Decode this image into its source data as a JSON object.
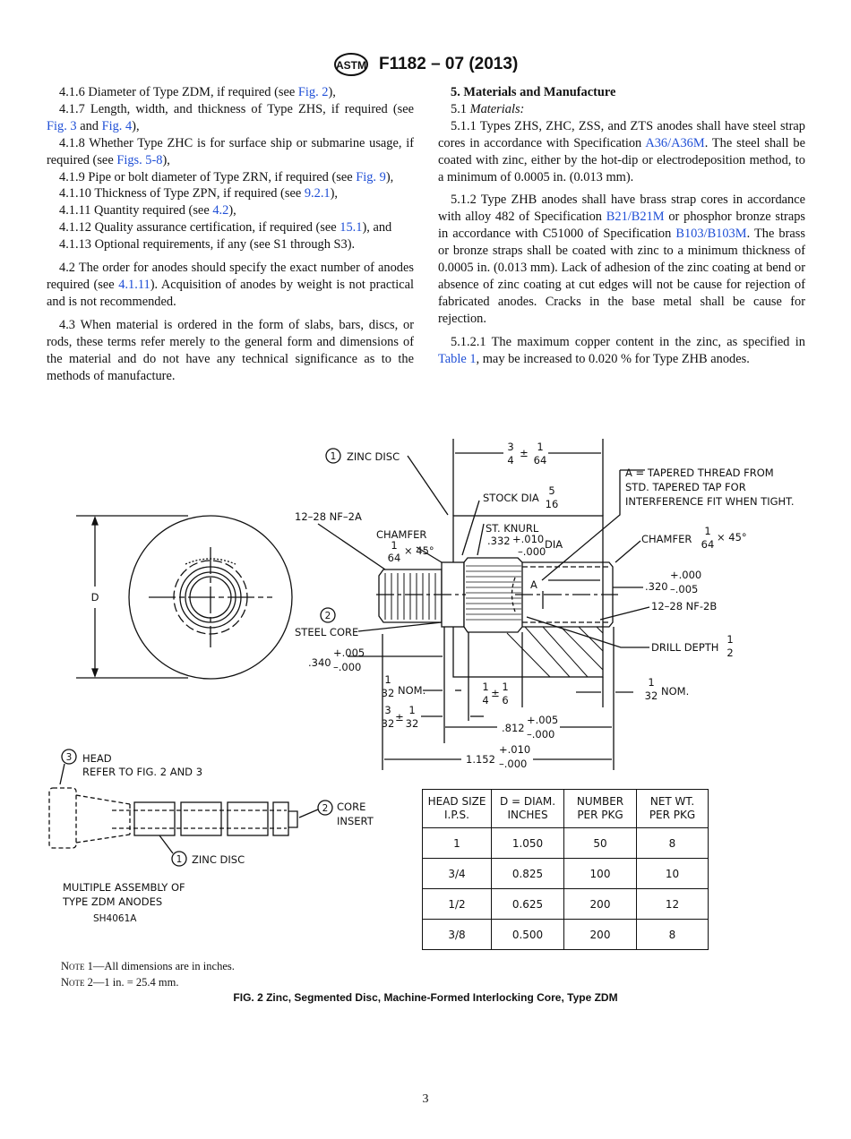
{
  "header": {
    "designation": "F1182 – 07 (2013)",
    "logo_text": "ASTM"
  },
  "left_column": [
    {
      "gap": false,
      "segments": [
        {
          "t": "4.1.6 Diameter of Type ZDM, if required (see "
        },
        {
          "t": "Fig. 2",
          "link": true
        },
        {
          "t": "),"
        }
      ]
    },
    {
      "gap": false,
      "segments": [
        {
          "t": "4.1.7 Length, width, and thickness of Type ZHS, if required (see "
        },
        {
          "t": "Fig. 3",
          "link": true
        },
        {
          "t": " and "
        },
        {
          "t": "Fig. 4",
          "link": true
        },
        {
          "t": "),"
        }
      ]
    },
    {
      "gap": false,
      "segments": [
        {
          "t": "4.1.8 Whether Type ZHC is for surface ship or submarine usage, if required (see "
        },
        {
          "t": "Figs. 5-8",
          "link": true
        },
        {
          "t": "),"
        }
      ]
    },
    {
      "gap": false,
      "segments": [
        {
          "t": "4.1.9 Pipe or bolt diameter of Type ZRN, if required (see "
        },
        {
          "t": "Fig. 9",
          "link": true
        },
        {
          "t": "),"
        }
      ]
    },
    {
      "gap": false,
      "segments": [
        {
          "t": "4.1.10 Thickness of Type ZPN, if required (see "
        },
        {
          "t": "9.2.1",
          "link": true
        },
        {
          "t": "),"
        }
      ]
    },
    {
      "gap": false,
      "segments": [
        {
          "t": "4.1.11 Quantity required (see "
        },
        {
          "t": "4.2",
          "link": true
        },
        {
          "t": "),"
        }
      ]
    },
    {
      "gap": false,
      "segments": [
        {
          "t": "4.1.12 Quality assurance certification, if required (see "
        },
        {
          "t": "15.1",
          "link": true
        },
        {
          "t": "), and"
        }
      ]
    },
    {
      "gap": false,
      "segments": [
        {
          "t": "4.1.13 Optional requirements, if any (see S1 through S3)."
        }
      ]
    },
    {
      "gap": true,
      "segments": [
        {
          "t": "4.2 The order for anodes should specify the exact number of anodes required (see "
        },
        {
          "t": "4.1.11",
          "link": true
        },
        {
          "t": "). Acquisition of anodes by weight is not practical and is not recommended."
        }
      ]
    },
    {
      "gap": true,
      "segments": [
        {
          "t": "4.3 When material is ordered in the form of slabs, bars, discs, or rods, these terms refer merely to the general form and dimensions of the material and do not have any technical significance as to the methods of manufacture."
        }
      ]
    }
  ],
  "right_column": {
    "heading": "5. Materials and Manufacture",
    "paragraphs": [
      {
        "gap": false,
        "segments": [
          {
            "t": "5.1 "
          },
          {
            "t": "Materials:",
            "italic": true
          }
        ]
      },
      {
        "gap": false,
        "segments": [
          {
            "t": "5.1.1 Types ZHS, ZHC, ZSS, and ZTS anodes shall have steel strap cores in accordance with Specification "
          },
          {
            "t": "A36/A36M",
            "link": true
          },
          {
            "t": ". The steel shall be coated with zinc, either by the hot-dip or electrodeposition method, to a minimum of 0.0005 in. (0.013 mm)."
          }
        ]
      },
      {
        "gap": true,
        "segments": [
          {
            "t": "5.1.2 Type ZHB anodes shall have brass strap cores in accordance with alloy 482 of Specification "
          },
          {
            "t": "B21/B21M",
            "link": true
          },
          {
            "t": " or phosphor bronze straps in accordance with C51000 of Specification "
          },
          {
            "t": "B103/B103M",
            "link": true
          },
          {
            "t": ". The brass or bronze straps shall be coated with zinc to a minimum thickness of 0.0005 in. (0.013 mm). Lack of adhesion of the zinc coating at bend or absence of zinc coating at cut edges will not be cause for rejection of fabricated anodes. Cracks in the base metal shall be cause for rejection."
          }
        ]
      },
      {
        "gap": true,
        "segments": [
          {
            "t": "5.1.2.1 The maximum copper content in the zinc, as specified in "
          },
          {
            "t": "Table 1",
            "link": true
          },
          {
            "t": ", may be increased to 0.020 % for Type ZHB anodes."
          }
        ]
      }
    ]
  },
  "link_color": "#1f4fd6",
  "figure": {
    "labels": {
      "d": "D",
      "zinc_disc": "ZINC DISC",
      "n1": "1",
      "n2": "2",
      "n3": "3",
      "stock_dia": "STOCK DIA",
      "f_5": "5",
      "f_16": "16",
      "w_3": "3",
      "w_4": "4",
      "pm": "±",
      "w_1": "1",
      "w_64": "64",
      "note_a1": "A = TAPERED THREAD FROM",
      "note_a2": "STD. TAPERED TAP FOR",
      "note_a3": "INTERFERENCE FIT WHEN TIGHT.",
      "thread_2a": "12–28 NF–2A",
      "chamfer": "CHAMFER",
      "times45": "× 45°",
      "knurl": "ST. KNURL",
      "knurl_dia": ".332",
      "knurl_plus": "+.010",
      "knurl_minus": "–.000",
      "dia": "DIA",
      "a": "A",
      "bore": ".320",
      "bore_plus": "+.000",
      "bore_minus": "–.005",
      "thread_2b": "12–28 NF-2B",
      "drill_depth": "DRILL DEPTH",
      "d_1": "1",
      "d_2": "2",
      "steel_core": "STEEL CORE",
      "core_len": ".340",
      "core_plus": "+.005",
      "core_minus": "–.000",
      "nom": "NOM.",
      "f_1": "1",
      "f_32": "32",
      "f_3": "3",
      "q_1": "1",
      "q_4": "4",
      "q_6": "6",
      "len812": ".812",
      "len812_plus": "+.005",
      "len812_minus": "–.000",
      "len1152": "1.152",
      "len1152_plus": "+.010",
      "len1152_minus": "–.000",
      "head": "HEAD",
      "refer": "REFER TO FIG. 2 AND 3",
      "core": "CORE",
      "insert": "INSERT",
      "assembly1": "MULTIPLE ASSEMBLY OF",
      "assembly2": "TYPE ZDM ANODES",
      "drawing_no": "SH4061A"
    },
    "table": {
      "headers": [
        [
          "HEAD SIZE",
          "I.P.S."
        ],
        [
          "D = DIAM.",
          "INCHES"
        ],
        [
          "NUMBER",
          "PER PKG"
        ],
        [
          "NET WT.",
          "PER PKG"
        ]
      ],
      "rows": [
        [
          "1",
          "1.050",
          "50",
          "8"
        ],
        [
          "3/4",
          "0.825",
          "100",
          "10"
        ],
        [
          "1/2",
          "0.625",
          "200",
          "12"
        ],
        [
          "3/8",
          "0.500",
          "200",
          "8"
        ]
      ]
    },
    "notes": [
      {
        "label": "Note",
        "text": " 1—All dimensions are in inches."
      },
      {
        "label": "Note",
        "text": " 2—1 in. = 25.4 mm."
      }
    ],
    "caption": "FIG. 2 Zinc, Segmented Disc, Machine-Formed Interlocking Core, Type ZDM"
  },
  "page_number": "3"
}
